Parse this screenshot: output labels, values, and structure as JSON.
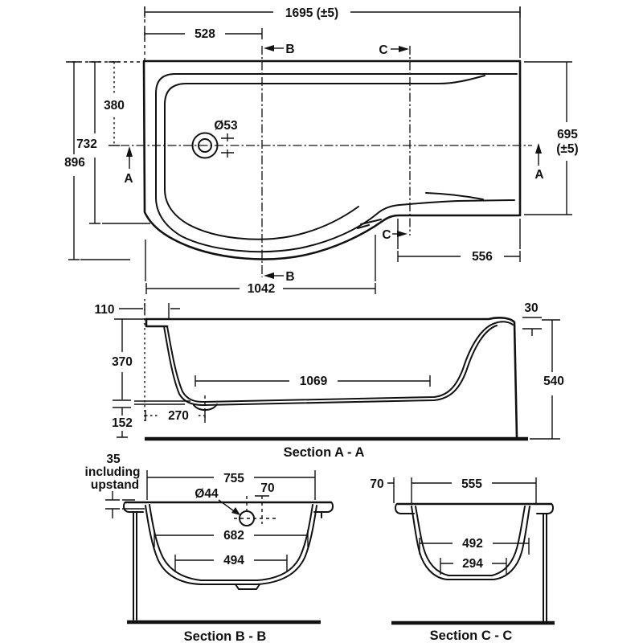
{
  "plan": {
    "dim_overall_length": "1695 (±5)",
    "dim_left_to_section_b": "528",
    "dim_rim_to_waste": "380",
    "dim_straight_edge": "732",
    "dim_overall_width": "896",
    "dim_end_width_line1": "695",
    "dim_end_width_line2": "(±5)",
    "dim_waste_diameter": "Ø53",
    "dim_bow_length": "1042",
    "dim_right_flat": "556",
    "label_section_a": "A",
    "label_section_b": "B",
    "label_section_c": "C"
  },
  "section_aa": {
    "title": "Section A - A",
    "dim_rim_width": "110",
    "dim_inner_depth": "370",
    "dim_base_height": "152",
    "dim_waste_offset": "270",
    "dim_floor_length": "1069",
    "dim_rim_edge_drop": "30",
    "dim_overall_height": "540"
  },
  "section_bb": {
    "title": "Section B - B",
    "note_line1": "35",
    "note_line2": "including",
    "note_line3": "upstand",
    "dim_top_width": "755",
    "dim_waste_offset": "70",
    "dim_waste_diameter": "Ø44",
    "dim_mid_width": "682",
    "dim_base_width": "494"
  },
  "section_cc": {
    "title": "Section C - C",
    "dim_rim_overhang": "70",
    "dim_top_width": "555",
    "dim_mid_width": "492",
    "dim_base_width": "294"
  }
}
